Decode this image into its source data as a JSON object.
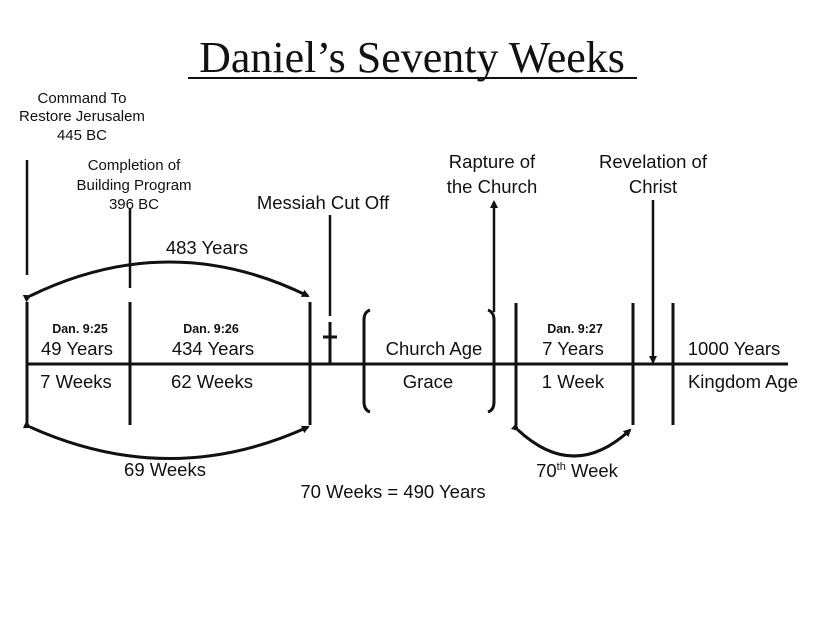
{
  "title": "Daniel’s Seventy Weeks",
  "events": {
    "command": [
      "Command To",
      "Restore Jerusalem",
      "445 BC"
    ],
    "completion": [
      "Completion of",
      "Building Program",
      "396 BC"
    ],
    "messiah": "Messiah Cut Off",
    "rapture": [
      "Rapture of",
      "the Church"
    ],
    "revelation": [
      "Revelation of",
      "Christ"
    ]
  },
  "spans": {
    "total_483": "483 Years",
    "seg1": {
      "ref": "Dan. 9:25",
      "years": "49 Years",
      "weeks": "7 Weeks"
    },
    "seg2": {
      "ref": "Dan. 9:26",
      "years": "434 Years",
      "weeks": "62 Weeks"
    },
    "church": {
      "top": "Church Age",
      "bottom": "Grace"
    },
    "seg3": {
      "ref": "Dan. 9:27",
      "years": "7 Years",
      "weeks": "1 Week"
    },
    "kingdom": {
      "top": "1000 Years",
      "bottom": "Kingdom Age"
    },
    "weeks_69": "69 Weeks",
    "week_70": {
      "num": "70",
      "sup": "th",
      "word": " Week"
    },
    "total": "70 Weeks = 490 Years"
  }
}
